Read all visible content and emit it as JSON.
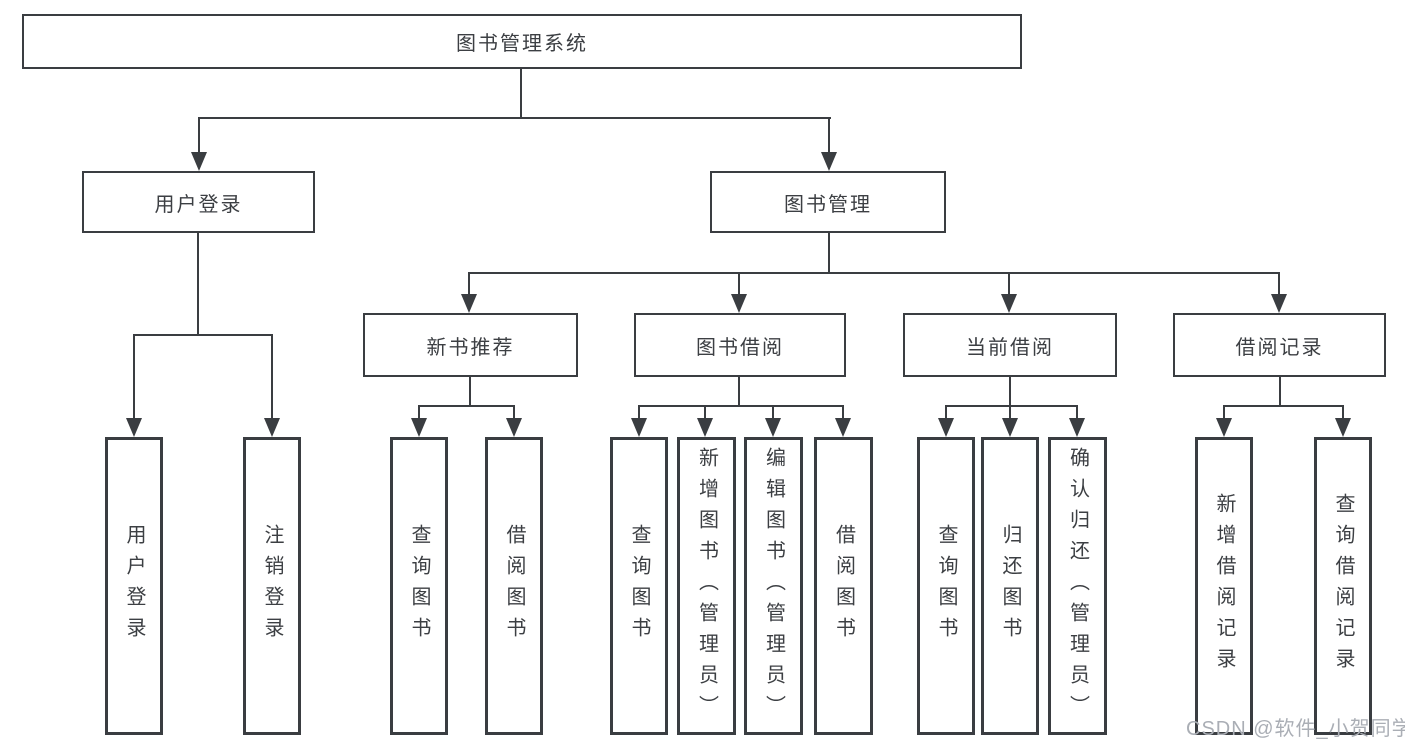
{
  "tree": {
    "label": "图书管理系统",
    "children": [
      {
        "label": "用户登录",
        "children": [
          {
            "label": "用户登录"
          },
          {
            "label": "注销登录"
          }
        ]
      },
      {
        "label": "图书管理",
        "children": [
          {
            "label": "新书推荐",
            "children": [
              {
                "label": "查询图书"
              },
              {
                "label": "借阅图书"
              }
            ]
          },
          {
            "label": "图书借阅",
            "children": [
              {
                "label": "查询图书"
              },
              {
                "label": "新增图书（管理员）"
              },
              {
                "label": "编辑图书（管理员）"
              },
              {
                "label": "借阅图书"
              }
            ]
          },
          {
            "label": "当前借阅",
            "children": [
              {
                "label": "查询图书"
              },
              {
                "label": "归还图书"
              },
              {
                "label": "确认归还（管理员）"
              }
            ]
          },
          {
            "label": "借阅记录",
            "children": [
              {
                "label": "新增借阅记录"
              },
              {
                "label": "查询借阅记录"
              }
            ]
          }
        ]
      }
    ]
  },
  "watermark": {
    "text": "CSDN @软件_小贺同学"
  },
  "colors": {
    "line": "#3a3d41",
    "text": "#3c3f43",
    "watermark": "#aaaeb5",
    "background": "#ffffff"
  }
}
